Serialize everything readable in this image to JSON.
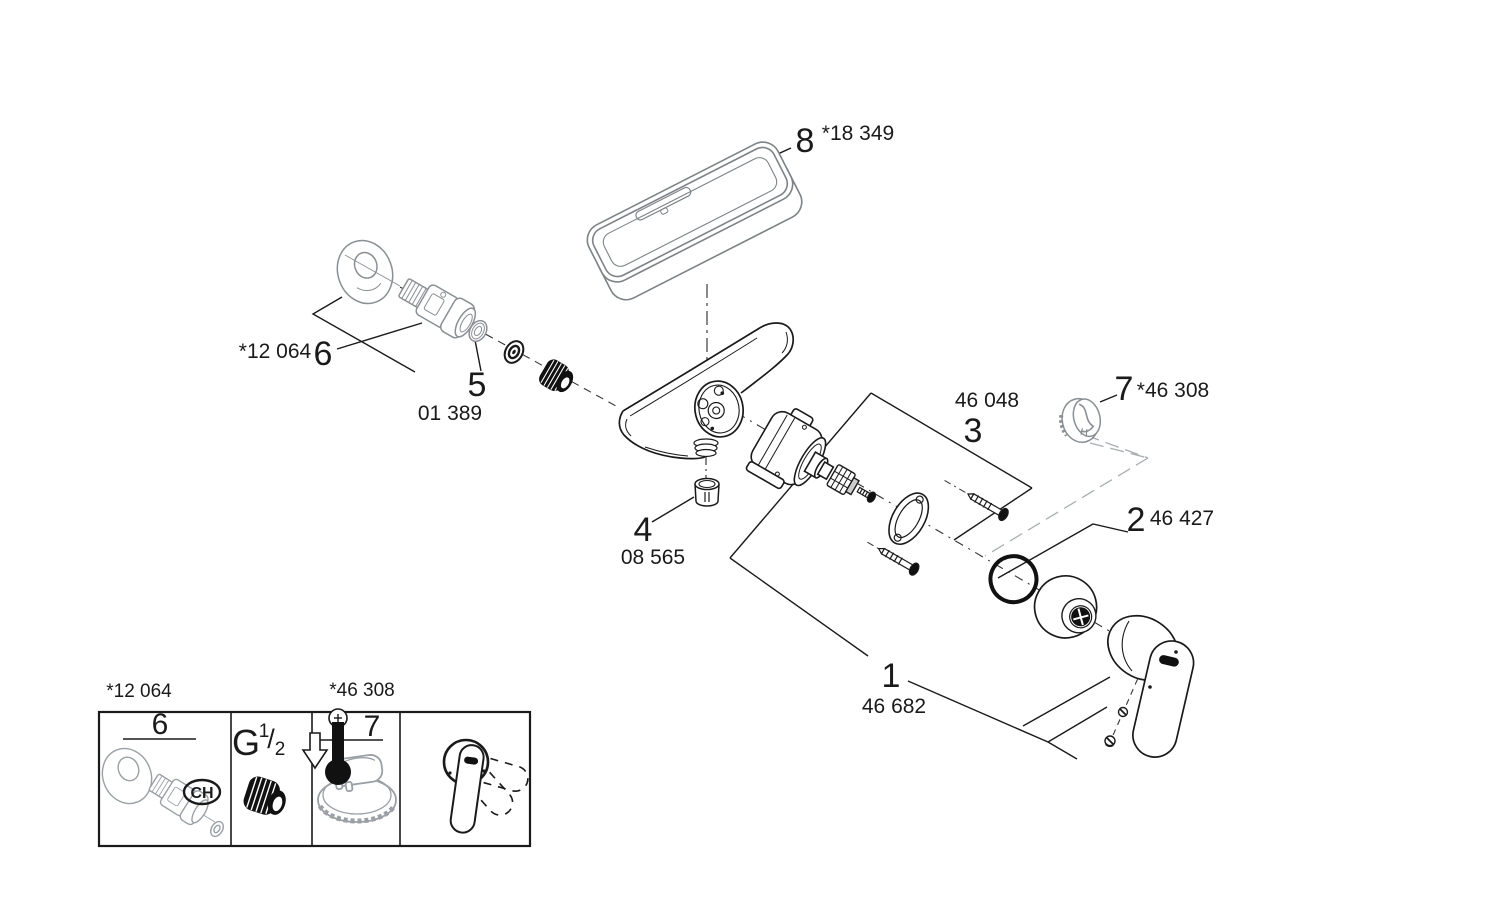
{
  "diagram": {
    "title": "exploded-parts-diagram",
    "p1": {
      "num": "1",
      "code": "46 682"
    },
    "p2": {
      "num": "2",
      "code": "46 427"
    },
    "p3": {
      "num": "3",
      "code": "46 048"
    },
    "p4": {
      "num": "4",
      "code": "08 565"
    },
    "p5": {
      "num": "5",
      "code": "01 389"
    },
    "p6": {
      "num": "6",
      "code": "*12 064"
    },
    "p7": {
      "num": "7",
      "code": "*46 308"
    },
    "p8": {
      "num": "8",
      "code": "*18 349"
    },
    "legend": {
      "ref_left": "*12 064",
      "ref_right": "*46 308",
      "cell1": {
        "num": "6",
        "badge": "CH"
      },
      "cell2": {
        "label": "G",
        "frac_num": "1",
        "slash": "/",
        "frac_den": "2"
      },
      "cell3": {
        "num": "7"
      }
    },
    "colors": {
      "ink": "#1a1a1a",
      "alt_gray": "#8a8f94",
      "tray_gray": "#7d8287"
    }
  }
}
